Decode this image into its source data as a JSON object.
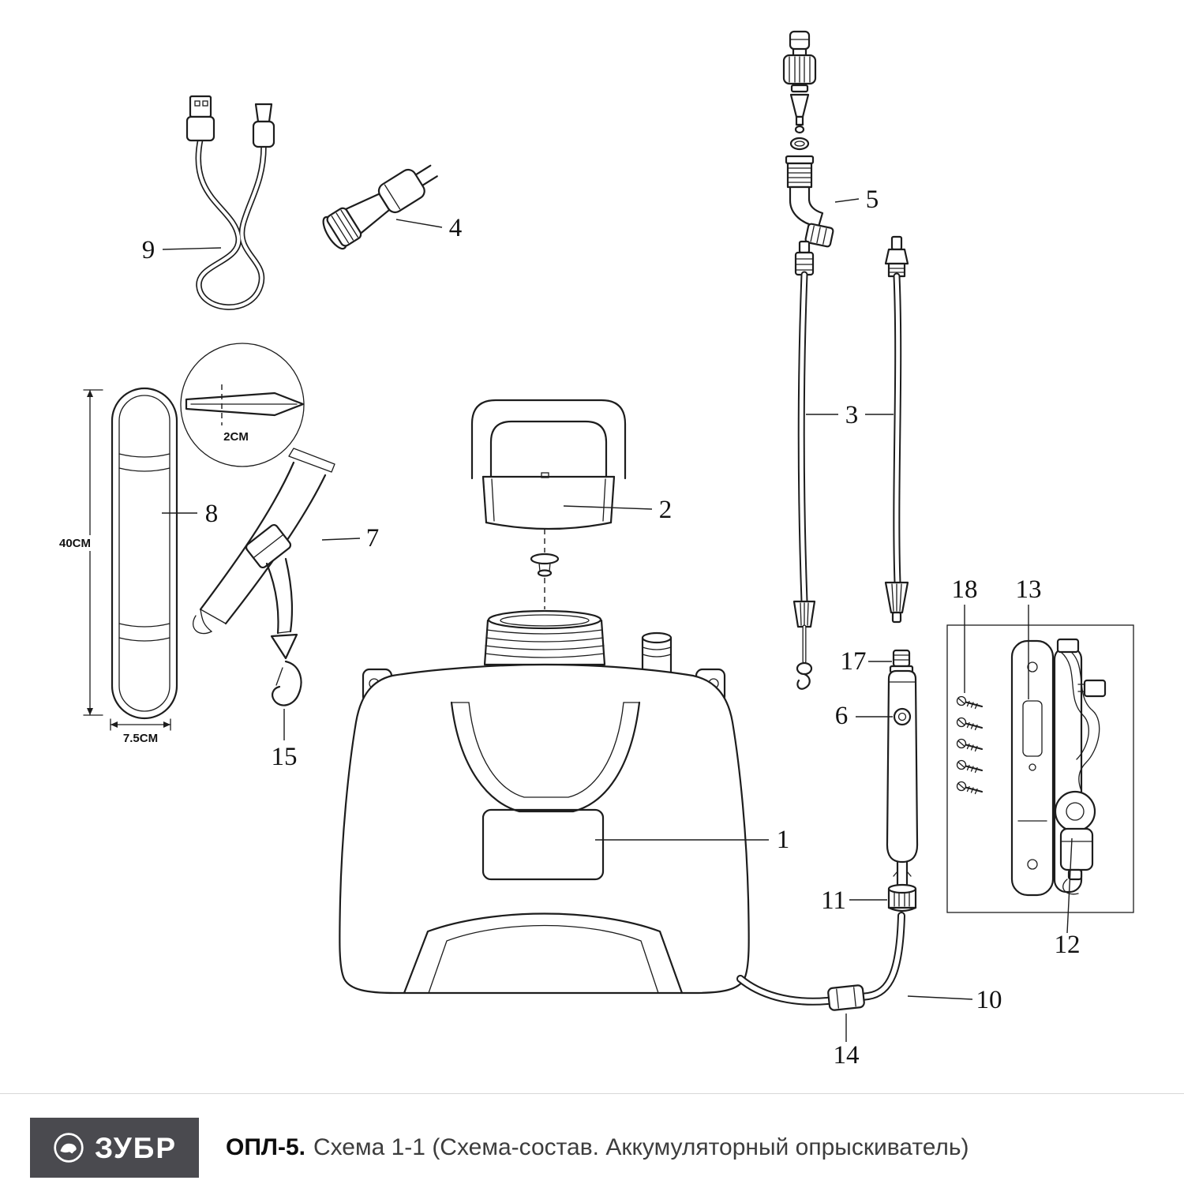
{
  "diagram": {
    "callouts": {
      "n1": "1",
      "n2": "2",
      "n3": "3",
      "n4": "4",
      "n5": "5",
      "n6": "6",
      "n7": "7",
      "n8": "8",
      "n9": "9",
      "n10": "10",
      "n11": "11",
      "n12": "12",
      "n13": "13",
      "n14": "14",
      "n15": "15",
      "n17": "17",
      "n18": "18"
    },
    "dimensions": {
      "pad_length": "40CM",
      "pad_width": "7.5CM",
      "tip_depth": "2CM"
    }
  },
  "footer": {
    "brand": "ЗУБР",
    "model": "ОПЛ-5.",
    "subtitle": "Схема 1-1 (Схема-состав. Аккумуляторный опрыскиватель)"
  }
}
